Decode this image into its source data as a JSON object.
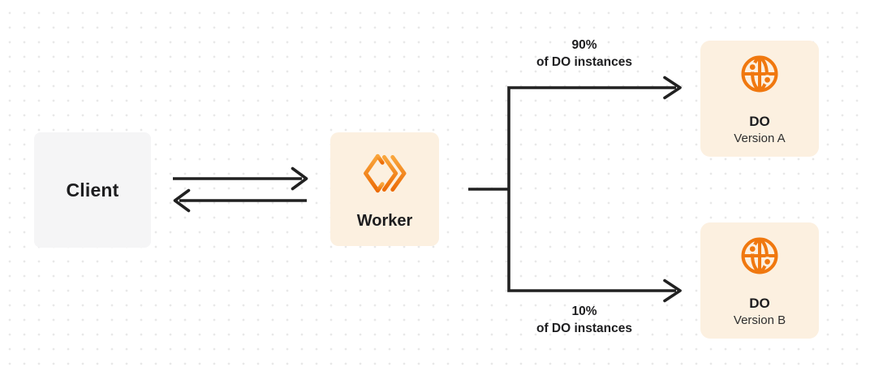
{
  "colors": {
    "background": "#ffffff",
    "dot_grid": "#e8e8e8",
    "line_dark": "#212121",
    "text_primary": "#1d1d1f",
    "text_secondary": "#2e2e2e",
    "box_gray": "#f5f5f6",
    "box_cream": "#fcf0e0",
    "orange": "#f0780f",
    "worker_grad_top": "#f9a63c",
    "worker_grad_bottom": "#ec6c07"
  },
  "nodes": {
    "client": {
      "label": "Client"
    },
    "worker": {
      "label": "Worker",
      "icon": "cloudflare-workers-icon"
    },
    "do_version_a": {
      "title": "DO",
      "subtitle": "Version A",
      "icon": "durable-object-globe-icon"
    },
    "do_version_b": {
      "title": "DO",
      "subtitle": "Version B",
      "icon": "durable-object-globe-icon"
    }
  },
  "flow_labels": {
    "top": {
      "percent": "90%",
      "caption": "of DO instances"
    },
    "bottom": {
      "percent": "10%",
      "caption": "of DO instances"
    }
  }
}
